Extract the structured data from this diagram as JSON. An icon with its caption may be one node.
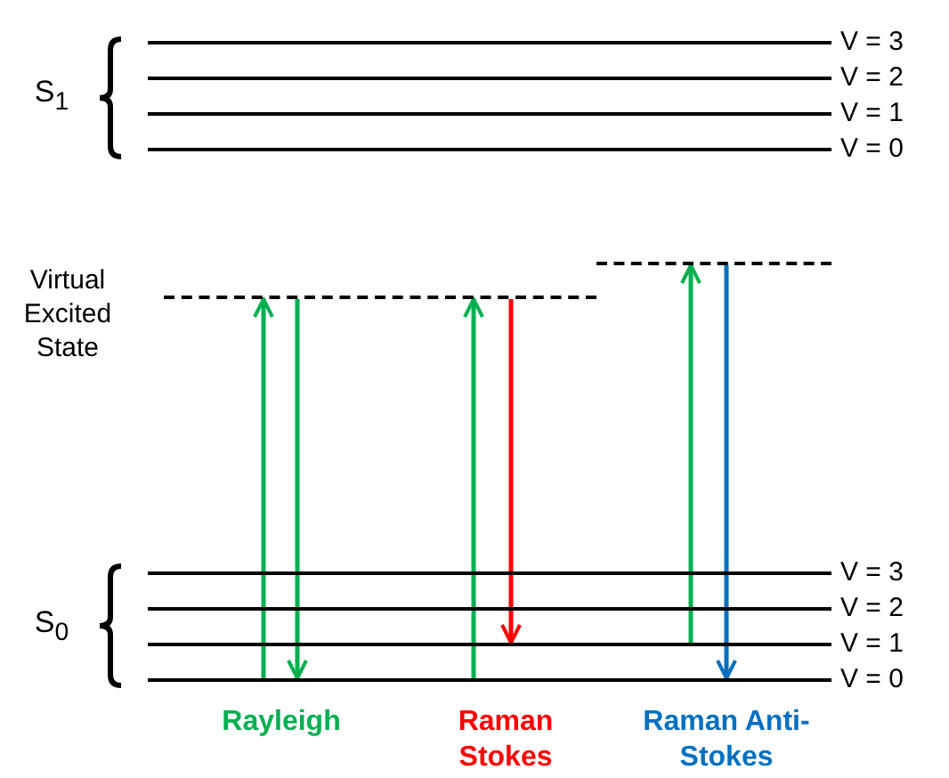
{
  "diagram": {
    "nodes": [
      {
        "text": [],
        "shape": "bar",
        "beside": [
          "V = 3"
        ]
      },
      {
        "text": [],
        "shape": "bar",
        "beside": [
          "V = 2"
        ]
      },
      {
        "text": [],
        "shape": "bar",
        "beside": [
          "V = 1"
        ]
      },
      {
        "text": [],
        "shape": "bar",
        "beside": [
          "V = 0"
        ]
      },
      {
        "text": [],
        "shape": "bar"
      },
      {
        "text": [],
        "shape": "bar",
        "beside": [
          "Virtual Excited State"
        ]
      },
      {
        "text": [],
        "shape": "bar",
        "beside": [
          "V = 3"
        ]
      },
      {
        "text": [],
        "shape": "bar",
        "beside": [
          "V = 2"
        ]
      },
      {
        "text": [],
        "shape": "bar",
        "beside": [
          "V = 1"
        ]
      },
      {
        "text": [],
        "shape": "bar",
        "beside": [
          "V = 0"
        ]
      }
    ],
    "edges": [
      {
        "from": 9,
        "to": 5,
        "arrow": "to"
      },
      {
        "from": 5,
        "to": 9,
        "arrow": "to"
      },
      {
        "from": 9,
        "to": 5,
        "arrow": "to"
      },
      {
        "from": 5,
        "to": 8,
        "arrow": "to",
        "color": "#ff0000"
      },
      {
        "from": 8,
        "to": 4,
        "arrow": "to"
      },
      {
        "from": 4,
        "to": 9,
        "arrow": "to",
        "color": "#0070c0"
      }
    ],
    "labels": [
      "S$_{1}$",
      "S$_{0}$",
      "Rayleigh",
      "Raman Stokes",
      "Raman Anti-Stokes"
    ]
  }
}
